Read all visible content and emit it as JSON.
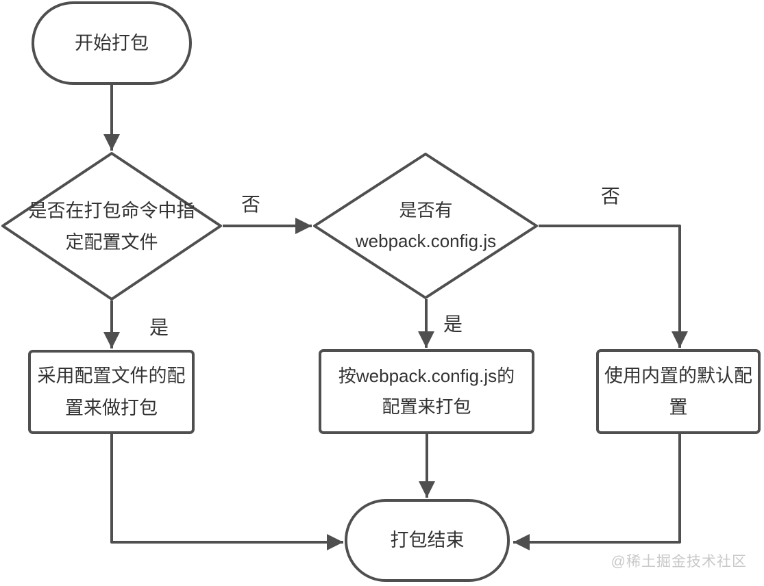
{
  "flowchart": {
    "nodes": {
      "start": {
        "label": "开始打包"
      },
      "decision_specify_config": {
        "line1": "是否在打包命令中指",
        "line2": "定配置文件"
      },
      "decision_has_webpack_config": {
        "line1": "是否有",
        "line2": "webpack.config.js"
      },
      "process_use_config_file": {
        "line1": "采用配置文件的配",
        "line2": "置来做打包"
      },
      "process_use_webpack_config": {
        "line1": "按webpack.config.js的",
        "line2": "配置来打包"
      },
      "process_use_default_config": {
        "line1": "使用内置的默认配",
        "line2": "置"
      },
      "end": {
        "label": "打包结束"
      }
    },
    "edge_labels": {
      "decision1_no": "否",
      "decision1_yes": "是",
      "decision2_yes": "是",
      "decision2_no": "否"
    },
    "watermark": "@稀土掘金技术社区",
    "colors": {
      "stroke": "#4f4f4f",
      "node_text": "#333333",
      "watermark_text": "#c9c9c9",
      "background": "#ffffff"
    }
  }
}
